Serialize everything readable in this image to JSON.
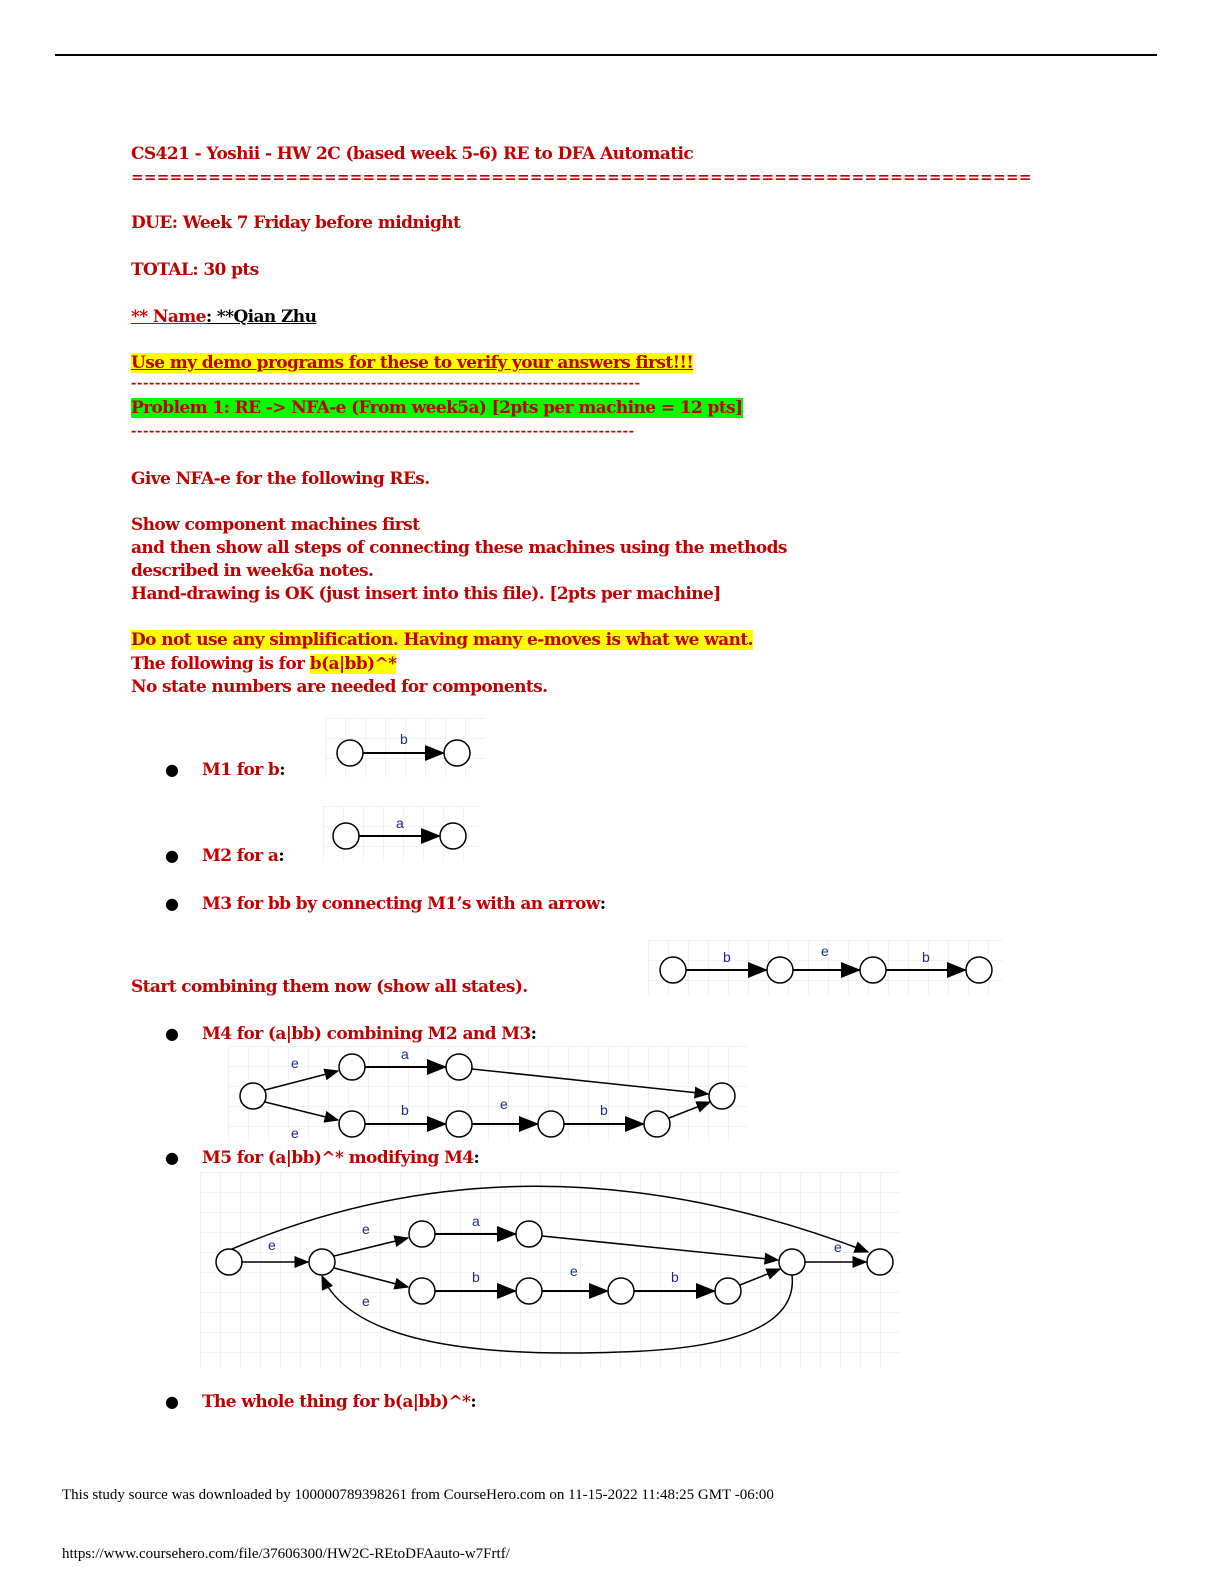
{
  "header": {
    "title": "CS421 - Yoshii - HW 2C (based week 5-6) RE to DFA Automatic",
    "rule": "======================================================================",
    "due": "DUE:   Week 7 Friday before midnight",
    "total": "TOTAL: 30 pts",
    "name_prefix": "** Name",
    "name_sep": ": **",
    "name_value": "Qian Zhu"
  },
  "notice": "Use my demo programs for these to verify your answers first!!!",
  "dash_rule_1": "-------------------------------------------------------------------------------------",
  "problem1": {
    "heading": "Problem 1: RE -> NFA-e (From week5a) [2pts per machine = 12 pts]",
    "dash_rule_2": "------------------------------------------------------------------------------------",
    "instructions": [
      "Give NFA-e for the following REs.",
      "Show component machines first",
      "and then show all steps of connecting these machines using the methods",
      "described in week6a notes.",
      "Hand-drawing is OK (just insert into this file). [2pts per machine]"
    ],
    "warning": "Do not use any simplification. Having many e-moves is what we want.",
    "for_prefix": "The following is for ",
    "regex": "b(a|bb)^*",
    "no_state_numbers": " No state numbers are needed for components.",
    "combining_note": " Start combining them now (show all states)."
  },
  "machines": [
    {
      "id": "M1",
      "label": "M1 for b",
      "transitions": [
        "b"
      ]
    },
    {
      "id": "M2",
      "label": "M2 for a",
      "transitions": [
        "a"
      ]
    },
    {
      "id": "M3",
      "label": "M3 for bb  by connecting M1’s with an arrow",
      "transitions": [
        "b",
        "e",
        "b"
      ]
    },
    {
      "id": "M4",
      "label": "M4 for (a|bb) combining M2 and M3",
      "transitions": [
        "e",
        "a",
        "e",
        "b",
        "e",
        "b"
      ]
    },
    {
      "id": "M5",
      "label": "M5 for (a|bb)^* modifying M4",
      "transitions": [
        "e",
        "e",
        "a",
        "e",
        "b",
        "e",
        "b",
        "e",
        "e"
      ]
    },
    {
      "id": "whole",
      "label": "The whole thing for b(a|bb)^*",
      "transitions": []
    }
  ],
  "colon": ":",
  "footer": {
    "download_note": "This study source was downloaded by 100000789398261 from CourseHero.com on 11-15-2022 11:48:25 GMT -06:00",
    "url": "https://www.coursehero.com/file/37606300/HW2C-REtoDFAauto-w7Frtf/"
  },
  "colors": {
    "text_red": "#c00000",
    "highlight_yellow": "#ffff00",
    "highlight_green": "#00ff00"
  }
}
